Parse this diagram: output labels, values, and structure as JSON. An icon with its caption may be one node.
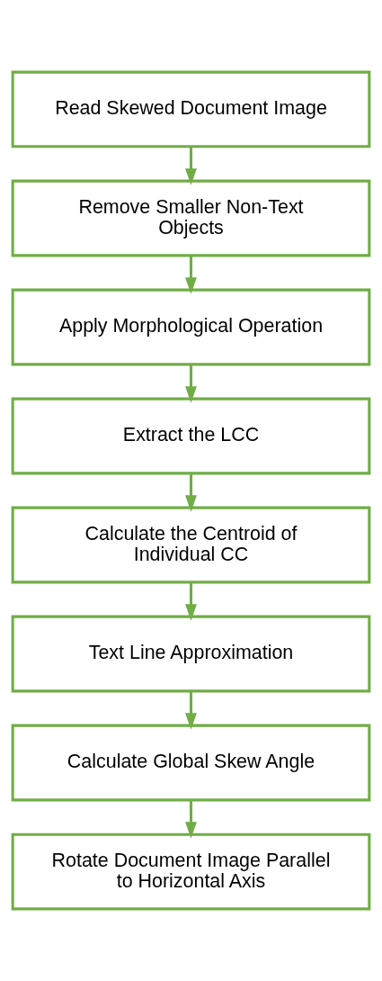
{
  "diagram": {
    "nodes": [
      {
        "text": [
          "Read Skewed Document Image"
        ]
      },
      {
        "text": [
          "Remove Smaller Non-Text Objects"
        ]
      },
      {
        "text": [
          "Apply Morphological Operation"
        ]
      },
      {
        "text": [
          "Extract the LCC"
        ]
      },
      {
        "text": [
          "Calculate the Centroid of Individual CC"
        ]
      },
      {
        "text": [
          "Text Line Approximation"
        ]
      },
      {
        "text": [
          "Calculate Global Skew Angle"
        ]
      },
      {
        "text": [
          "Rotate Document Image Parallel to Horizontal Axis"
        ]
      }
    ],
    "edges": [
      {
        "from": 0,
        "to": 1,
        "arrow": "to"
      },
      {
        "from": 1,
        "to": 2,
        "arrow": "to"
      },
      {
        "from": 2,
        "to": 3,
        "arrow": "to"
      },
      {
        "from": 3,
        "to": 4,
        "arrow": "to"
      },
      {
        "from": 4,
        "to": 5,
        "arrow": "to"
      },
      {
        "from": 5,
        "to": 6,
        "arrow": "to"
      },
      {
        "from": 6,
        "to": 7,
        "arrow": "to"
      }
    ]
  }
}
